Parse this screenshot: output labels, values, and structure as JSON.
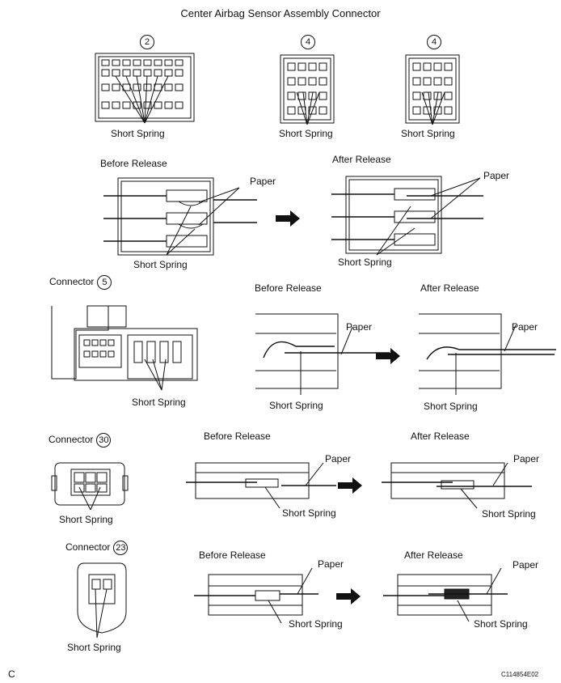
{
  "title": "Center Airbag Sensor Assembly Connector",
  "top_group": {
    "connectors": [
      {
        "number": "2",
        "spring_label": "Short Spring"
      },
      {
        "number": "4",
        "spring_label": "Short Spring"
      },
      {
        "number": "4",
        "spring_label": "Short Spring"
      }
    ]
  },
  "row1": {
    "before_label": "Before Release",
    "after_label": "After Release",
    "paper_label": "Paper",
    "spring_label": "Short Spring"
  },
  "row5": {
    "connector_label": "Connector",
    "connector_number": "5",
    "spring_label": "Short Spring",
    "before_label": "Before Release",
    "after_label": "After Release",
    "paper_label": "Paper"
  },
  "row30": {
    "connector_label": "Connector",
    "connector_number": "30",
    "spring_label": "Short Spring",
    "before_label": "Before Release",
    "after_label": "After Release",
    "paper_label": "Paper"
  },
  "row23": {
    "connector_label": "Connector",
    "connector_number": "23",
    "spring_label": "Short Spring",
    "before_label": "Before Release",
    "after_label": "After Release",
    "paper_label": "Paper"
  },
  "footer": {
    "left": "C",
    "right": "C114854E02"
  }
}
